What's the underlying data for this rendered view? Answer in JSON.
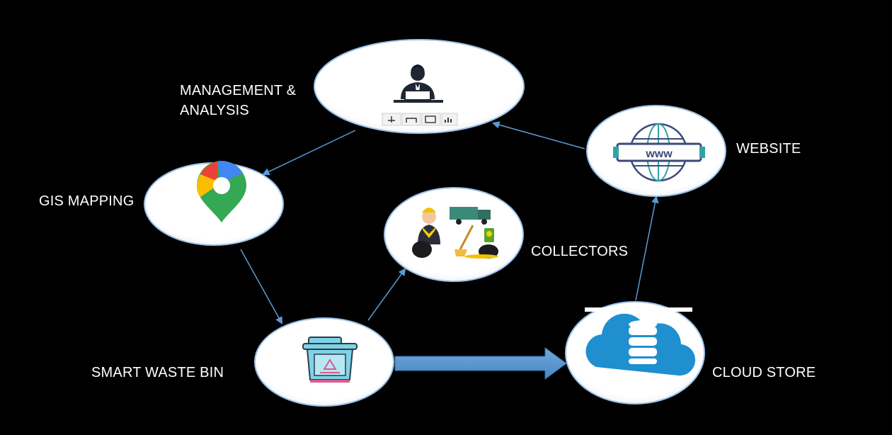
{
  "nodes": {
    "management": {
      "label_line1": "MANAGEMENT &",
      "label_line2": "ANALYSIS",
      "icon": "manager-at-desk-icon"
    },
    "website": {
      "label": "WEBSITE",
      "icon": "www-globe-icon"
    },
    "gis": {
      "label": "GIS MAPPING",
      "icon": "map-pin-icon"
    },
    "collectors": {
      "label": "COLLECTORS",
      "icon": "waste-collectors-icon"
    },
    "bin": {
      "label": "SMART WASTE BIN",
      "icon": "recycle-bin-icon"
    },
    "cloud": {
      "label": "CLOUD STORE",
      "icon": "cloud-database-icon"
    }
  },
  "colors": {
    "background": "#000000",
    "node_fill": "#ffffff",
    "connector": "#5b9bd5",
    "label_text": "#ffffff"
  }
}
